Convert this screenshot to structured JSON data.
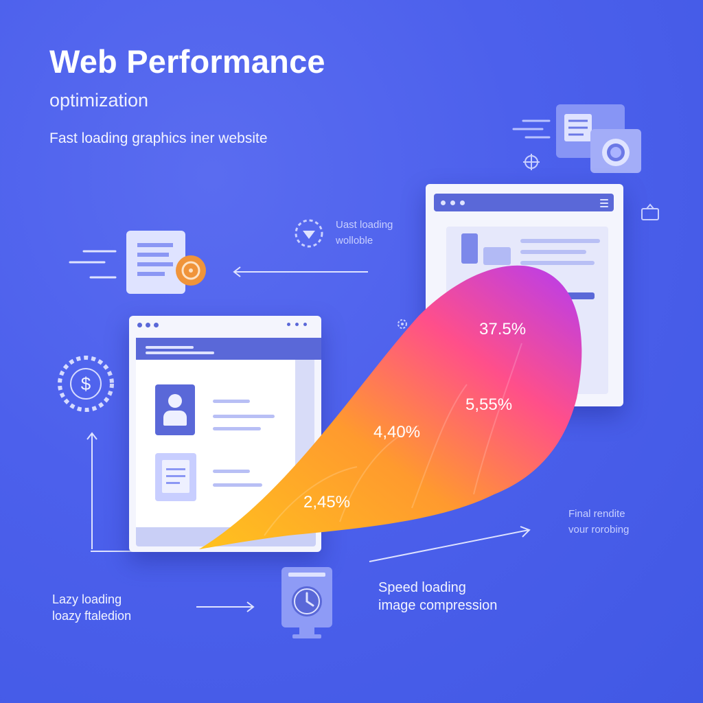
{
  "header": {
    "title": "Web Performance",
    "subtitle": "optimization",
    "tagline": "Fast loading graphics iner website"
  },
  "annotations": {
    "top_center": [
      "Uast loading",
      "wolloble"
    ],
    "right_side": [
      "Final rendite",
      "vour rorobing"
    ],
    "bottom_left": [
      "Lazy loading",
      "loazy ftaledion"
    ],
    "bottom_center": [
      "Speed loading",
      "image compression"
    ]
  },
  "chart_data": {
    "type": "area",
    "values": [
      "2,45%",
      "4,40%",
      "5,55%",
      "37.5%"
    ],
    "colors": [
      "#ffb020",
      "#ff8a3c",
      "#ff4f8a",
      "#c43cf0"
    ]
  },
  "icons": {
    "document": "document-icon",
    "gear": "gear-badge-icon",
    "coin": "dollar-coin-icon",
    "shield": "shield-check-icon",
    "clock": "clock-icon",
    "camera": "camera-icon",
    "gallery": "image-stack-icon",
    "crosshair": "crosshair-icon",
    "avatar": "user-avatar-icon",
    "note": "note-icon"
  },
  "colors": {
    "background": "#4c60ec",
    "window": "#f4f5fd",
    "window_header": "#5a68d8",
    "accent_orange": "#f0943a"
  }
}
